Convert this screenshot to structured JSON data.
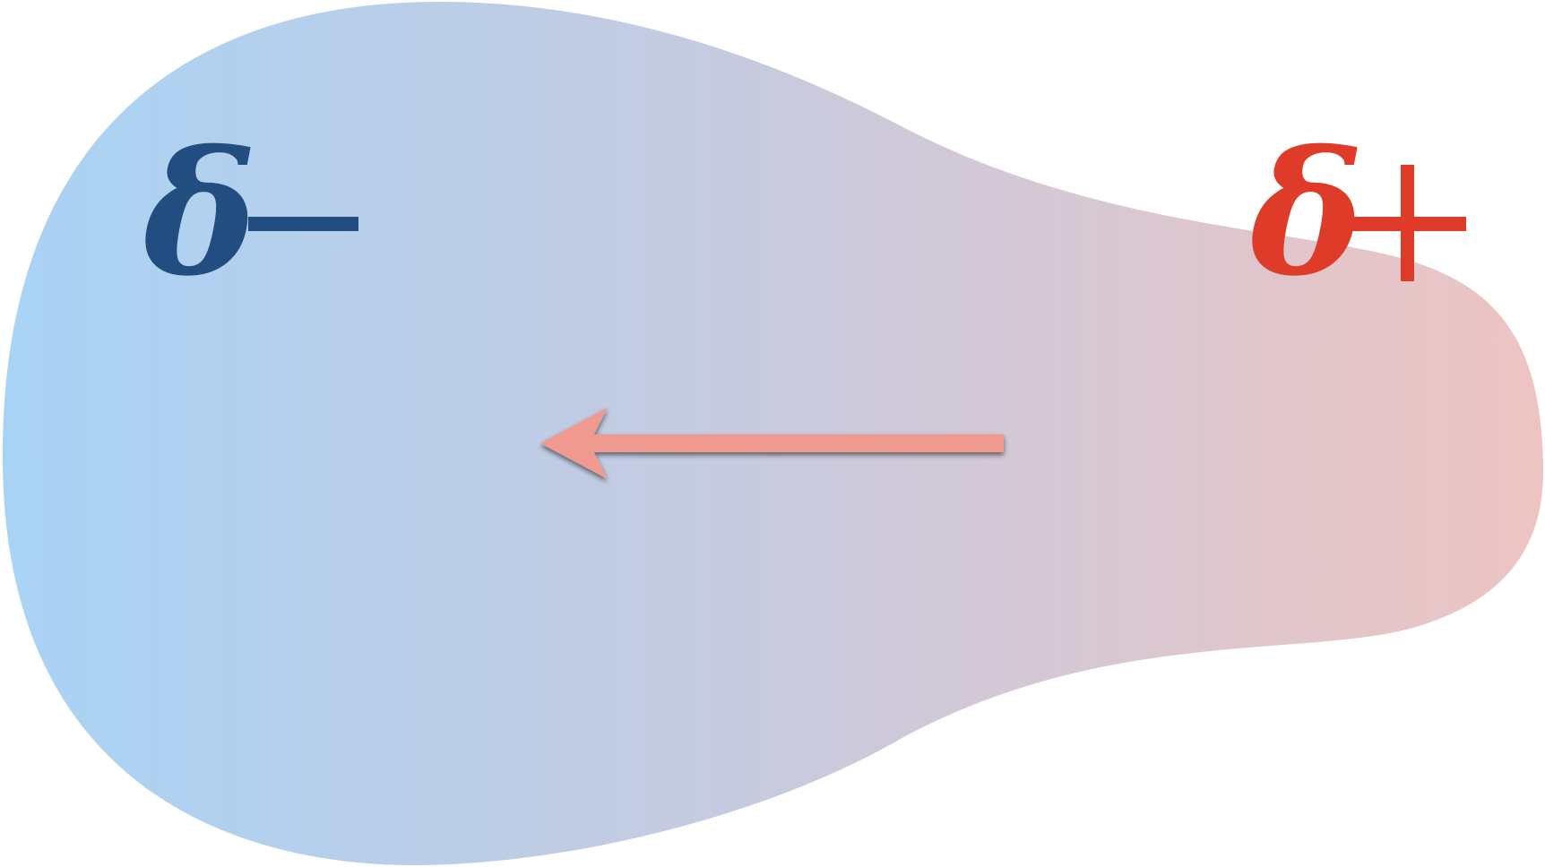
{
  "diagram": {
    "negative_pole": {
      "symbol": "δ",
      "sign": "−",
      "color": "#214d80"
    },
    "positive_pole": {
      "symbol": "δ",
      "sign": "+",
      "color": "#de3c28"
    },
    "dipole_arrow": {
      "direction": "left",
      "color": "#f09a8f"
    },
    "blob_gradient": {
      "left_color": "#a9d3f5",
      "right_color": "#edc4c2"
    }
  }
}
